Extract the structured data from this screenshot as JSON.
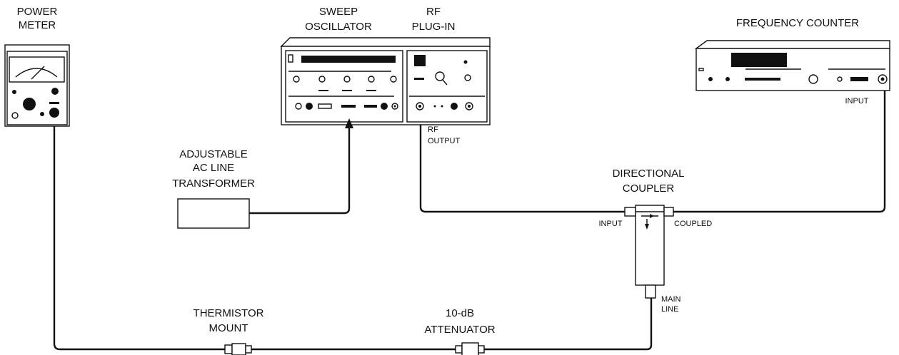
{
  "labels": {
    "power_meter_1": "POWER",
    "power_meter_2": "METER",
    "sweep_osc_1": "SWEEP",
    "sweep_osc_2": "OSCILLATOR",
    "rf_plugin_1": "RF",
    "rf_plugin_2": "PLUG-IN",
    "freq_counter": "FREQUENCY COUNTER",
    "counter_input": "INPUT",
    "rf_output_1": "RF",
    "rf_output_2": "OUTPUT",
    "transformer_1": "ADJUSTABLE",
    "transformer_2": "AC LINE",
    "transformer_3": "TRANSFORMER",
    "coupler_1": "DIRECTIONAL",
    "coupler_2": "COUPLER",
    "coupler_input": "INPUT",
    "coupler_coupled": "COUPLED",
    "main_line_1": "MAIN",
    "main_line_2": "LINE",
    "thermistor_1": "THERMISTOR",
    "thermistor_2": "MOUNT",
    "attenuator_1": "10-dB",
    "attenuator_2": "ATTENUATOR"
  }
}
